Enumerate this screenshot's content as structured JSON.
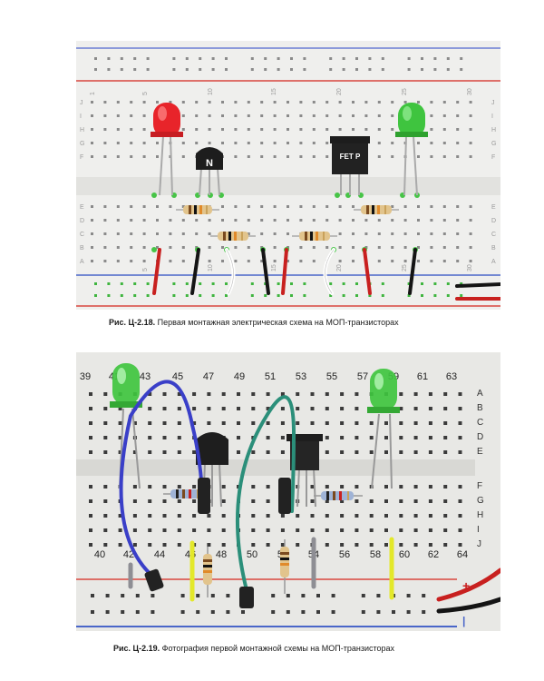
{
  "figures": [
    {
      "id": "fig1",
      "caption_label": "Рис. Ц-2.18.",
      "caption_text": "Первая монтажная электрическая схема на МОП-транзисторах",
      "column_numbers": [
        "1",
        "5",
        "10",
        "15",
        "20",
        "25",
        "30"
      ],
      "row_letters": [
        "J",
        "I",
        "H",
        "G",
        "F",
        "E",
        "D",
        "C",
        "B",
        "A"
      ],
      "components": {
        "n_transistor_label": "N",
        "p_transistor_label": "FET P",
        "led_left_color": "#e8242a",
        "led_right_color": "#3fc43f"
      }
    },
    {
      "id": "fig2",
      "caption_label": "Рис. Ц-2.19.",
      "caption_text": "Фотография первой монтажной схемы на МОП-транзисторах",
      "top_numbers": [
        "39",
        "41",
        "43",
        "45",
        "47",
        "49",
        "51",
        "53",
        "55",
        "57",
        "59",
        "61",
        "63"
      ],
      "bottom_numbers": [
        "40",
        "42",
        "44",
        "46",
        "48",
        "50",
        "52",
        "54",
        "56",
        "58",
        "60",
        "62",
        "64"
      ],
      "row_letters": [
        "A",
        "B",
        "C",
        "D",
        "E",
        "F",
        "G",
        "H",
        "I",
        "J"
      ],
      "rail_plus": "+",
      "rail_minus": "|"
    }
  ],
  "colors": {
    "breadboard": "#ececea",
    "rail_red": "#d9473f",
    "rail_blue": "#4a66c9",
    "led_green": "#3fc43f",
    "wire_blue": "#3a3fc8",
    "wire_teal": "#2b8f7a",
    "wire_yellow": "#e3e82a"
  }
}
